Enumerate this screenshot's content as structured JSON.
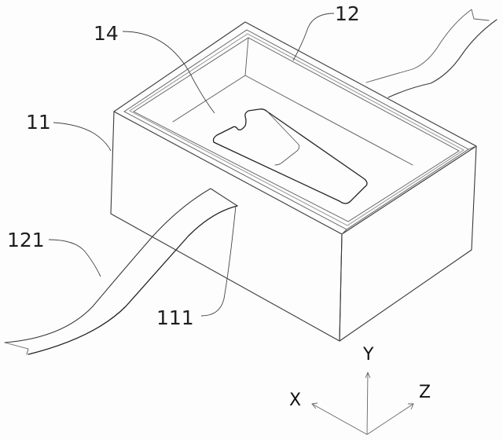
{
  "figure": {
    "type": "patent-style isometric line drawing",
    "subject": "open rectangular box with inner tray, inner object and flexible ribbon cable"
  },
  "callouts": [
    {
      "id": "11",
      "text": "11",
      "refers_to": "box body / outer housing"
    },
    {
      "id": "12",
      "text": "12",
      "refers_to": "rim / frame along top edge"
    },
    {
      "id": "14",
      "text": "14",
      "refers_to": "inner cavity / tray floor"
    },
    {
      "id": "111",
      "text": "111",
      "refers_to": "slot / opening in front face"
    },
    {
      "id": "121",
      "text": "121",
      "refers_to": "flexible ribbon cable"
    }
  ],
  "axes": {
    "x": "X",
    "y": "Y",
    "z": "Z"
  },
  "colors": {
    "background": "#fdfdfd",
    "line": "#3a3a3a",
    "text": "#1e1e1e"
  }
}
